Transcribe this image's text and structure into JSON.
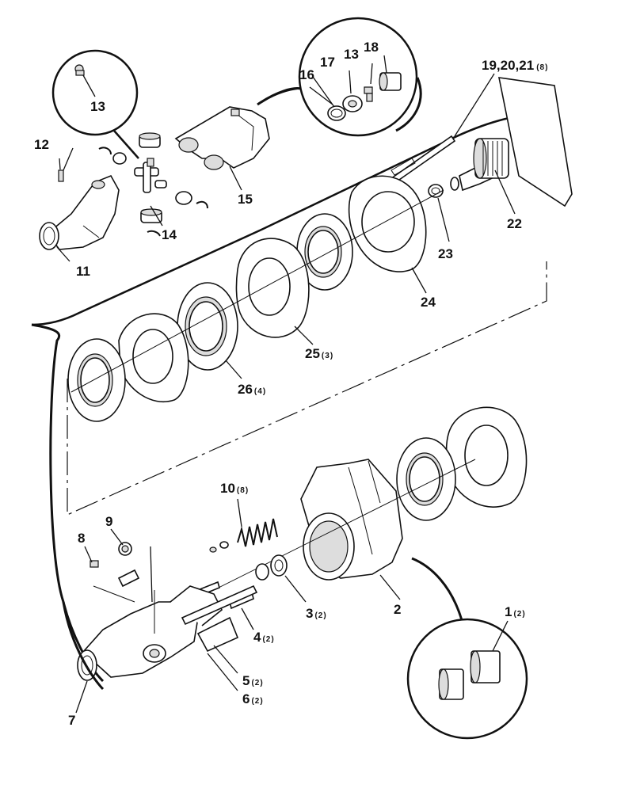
{
  "labels": {
    "p1": {
      "num": "1",
      "qty": "(2)"
    },
    "p2": {
      "num": "2"
    },
    "p3": {
      "num": "3",
      "qty": "(2)"
    },
    "p4": {
      "num": "4",
      "qty": "(2)"
    },
    "p5": {
      "num": "5",
      "qty": "(2)"
    },
    "p6": {
      "num": "6",
      "qty": "(2)"
    },
    "p7": {
      "num": "7"
    },
    "p8": {
      "num": "8"
    },
    "p9": {
      "num": "9"
    },
    "p10": {
      "num": "10",
      "qty": "(8)"
    },
    "p11": {
      "num": "11"
    },
    "p12": {
      "num": "12"
    },
    "p13a": {
      "num": "13"
    },
    "p13b": {
      "num": "13"
    },
    "p14": {
      "num": "14"
    },
    "p15": {
      "num": "15"
    },
    "p16": {
      "num": "16"
    },
    "p17": {
      "num": "17"
    },
    "p18": {
      "num": "18"
    },
    "p19": {
      "num": "19,20,21",
      "qty": "(8)"
    },
    "p22": {
      "num": "22"
    },
    "p23": {
      "num": "23"
    },
    "p24": {
      "num": "24"
    },
    "p25": {
      "num": "25",
      "qty": "(3)"
    },
    "p26": {
      "num": "26",
      "qty": "(4)"
    }
  }
}
